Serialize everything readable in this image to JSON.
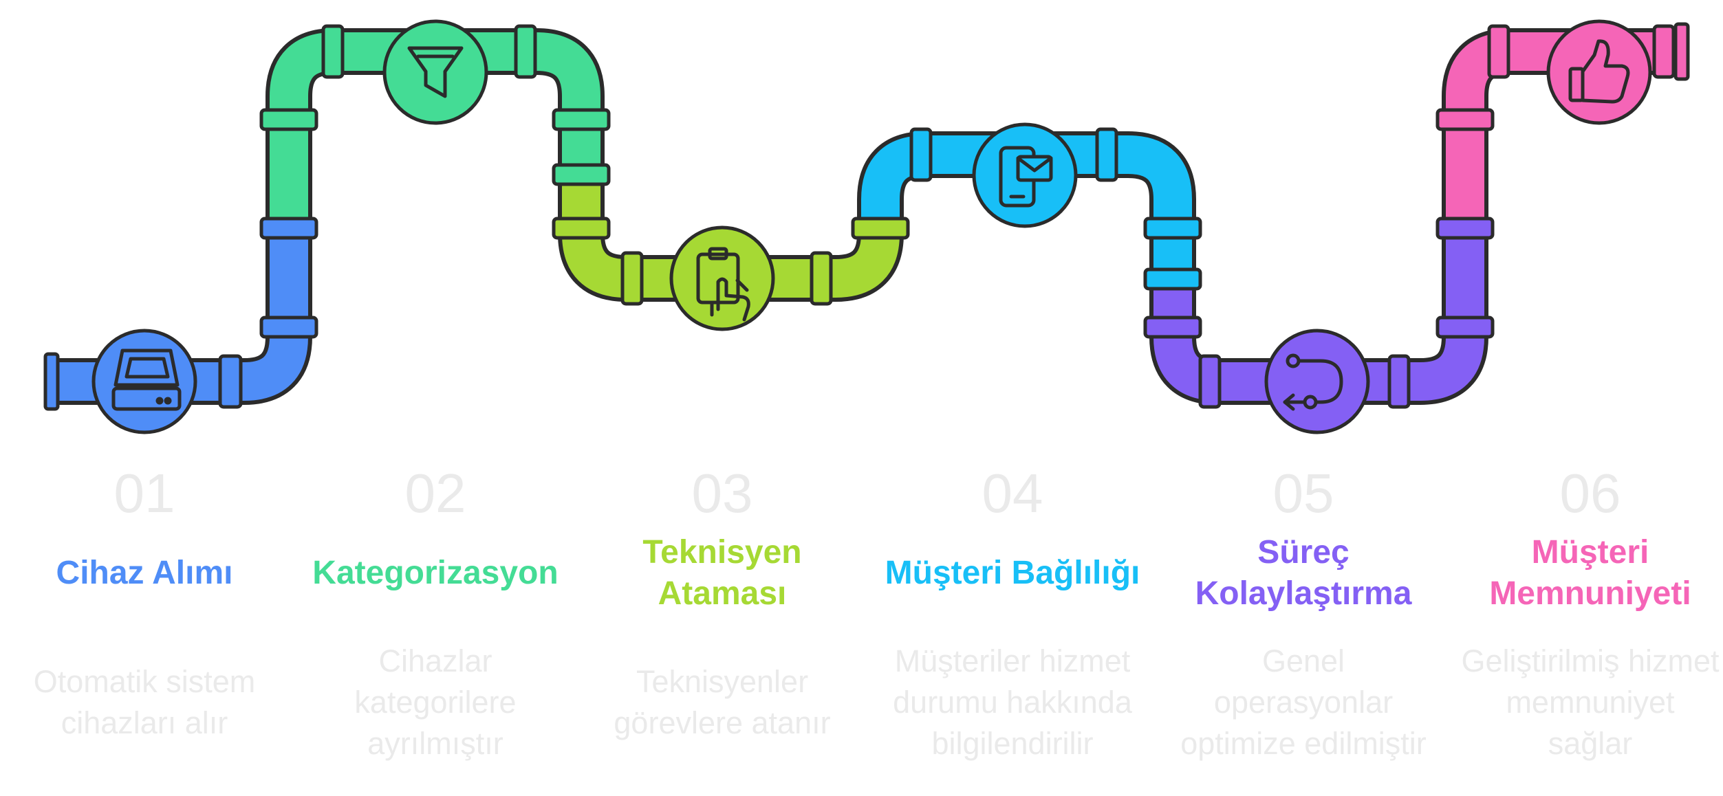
{
  "steps": [
    {
      "number": "01",
      "title": "Cihaz Alımı",
      "description": "Otomatik sistem cihazları alır",
      "color": "#4f8df7",
      "icon": "scanner-icon"
    },
    {
      "number": "02",
      "title": "Kategorizasyon",
      "description": "Cihazlar kategorilere ayrılmıştır",
      "color": "#44dc95",
      "icon": "filter-icon"
    },
    {
      "number": "03",
      "title": "Teknisyen Ataması",
      "description": "Teknisyenler görevlere atanır",
      "color": "#a6d934",
      "icon": "clipboard-hand-icon"
    },
    {
      "number": "04",
      "title": "Müşteri Bağlılığı",
      "description": "Müşteriler hizmet durumu hakkında bilgilendirilir",
      "color": "#18bff7",
      "icon": "phone-message-icon"
    },
    {
      "number": "05",
      "title": "Süreç Kolaylaştırma",
      "description": "Genel operasyonlar optimize edilmiştir",
      "color": "#8460f4",
      "icon": "route-icon"
    },
    {
      "number": "06",
      "title": "Müşteri Memnuniyeti",
      "description": "Geliştirilmiş hizmet memnuniyet sağlar",
      "color": "#f565b7",
      "icon": "thumbs-up-icon"
    }
  ]
}
